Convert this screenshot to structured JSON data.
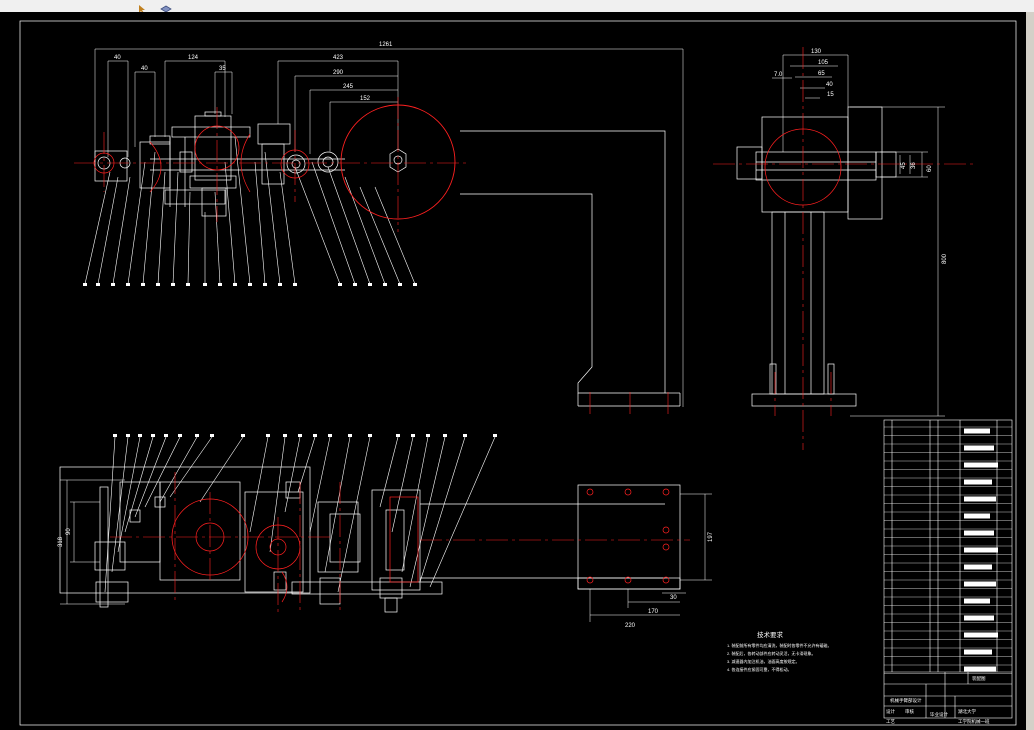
{
  "toolbar": {
    "icons": [
      "pointer-icon",
      "layer-icon"
    ]
  },
  "dimensions": {
    "top": [
      "1261",
      "40",
      "40",
      "124",
      "35",
      "423",
      "290",
      "245",
      "152"
    ],
    "side_top": [
      "130",
      "105",
      "65",
      "40",
      "15"
    ],
    "side_left": "7.0",
    "side_right": "60",
    "side_inner": [
      "45",
      "36"
    ],
    "side_height": "800",
    "bottom_width": "220",
    "bottom_width2": "170",
    "bottom_small": "30",
    "bottom_left_height": "318",
    "bottom_left_inner": "90",
    "bottom_right_height": "197"
  },
  "tech_req": {
    "title": "技术要求",
    "lines": [
      "1. 装配前所有零件均应清洗，装配时各零件不允许有磕碰。",
      "2. 装配后，各转动部件应转动灵活，无卡滞现象。",
      "3. 减速器内加注机油，油面高度按规定。",
      "4. 各连接件应紧固可靠，不得松动。"
    ]
  },
  "title_block": {
    "name1": "机械手臂部设计",
    "name2": "装配图",
    "school": "湖北大学",
    "class": "工学院机械一班",
    "design": "毕业设计",
    "row_a": "设计",
    "row_b": "审核",
    "row_c": "工艺"
  },
  "colors": {
    "line": "#ffffff",
    "center": "#ff2020",
    "bg": "#000000"
  }
}
